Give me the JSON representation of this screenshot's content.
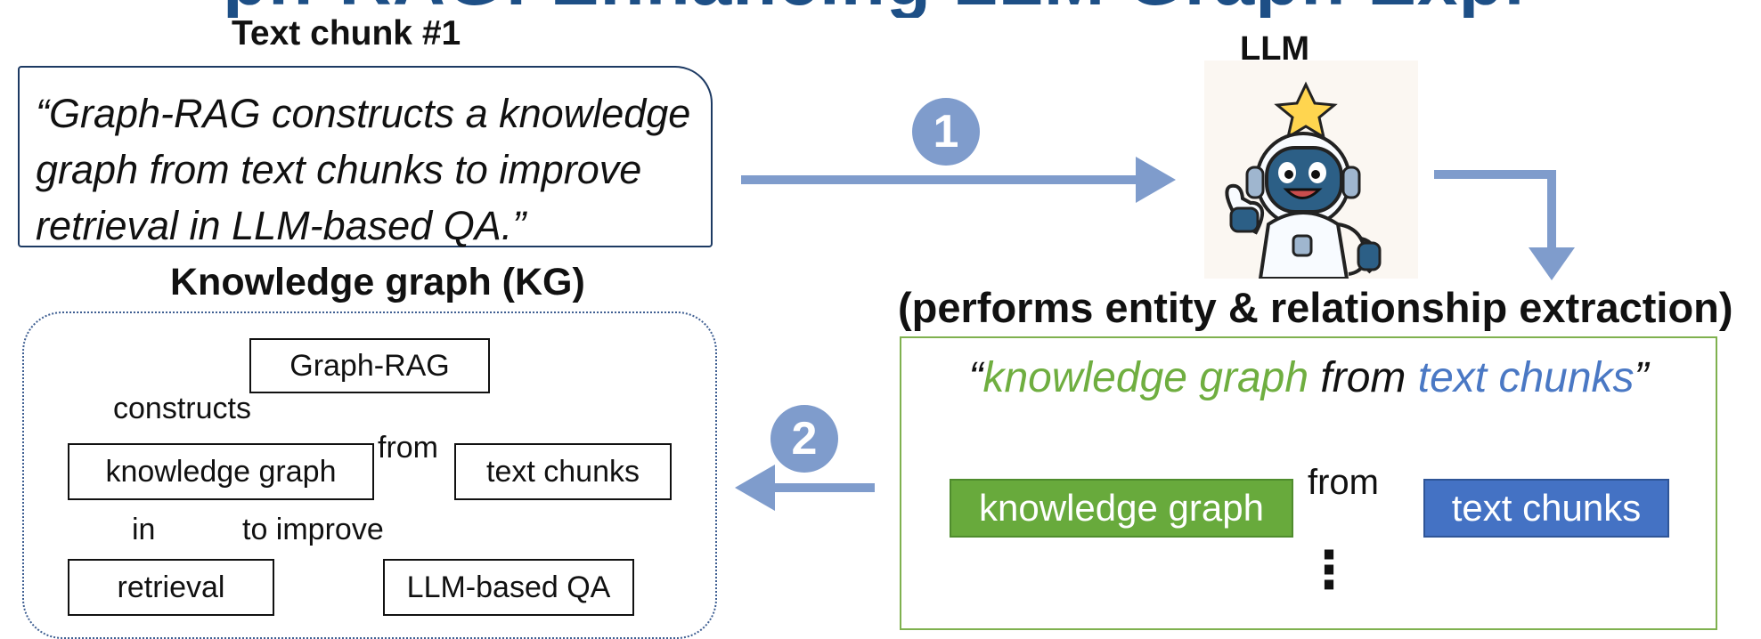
{
  "header_fragment": "ph-RAG: Enhancing LLM Graph Expl",
  "text_chunk": {
    "title": "Text chunk #1",
    "lines": [
      "“Graph-RAG constructs a knowledge",
      "graph from text chunks to improve",
      "retrieval in LLM-based QA.”"
    ]
  },
  "llm": {
    "label": "LLM",
    "caption": "(performs entity & relationship extraction)"
  },
  "steps": {
    "one": "1",
    "two": "2"
  },
  "knowledge_graph": {
    "title": "Knowledge graph (KG)",
    "nodes": {
      "graph_rag": "Graph-RAG",
      "knowledge_graph": "knowledge graph",
      "text_chunks": "text chunks",
      "retrieval": "retrieval",
      "llm_based_qa": "LLM-based QA"
    },
    "edges": {
      "constructs": "constructs",
      "from": "from",
      "in": "in",
      "to_improve": "to improve"
    }
  },
  "extraction_example": {
    "quote_open": "“",
    "quote_green": "knowledge graph",
    "quote_mid": "from",
    "quote_blue": "text chunks",
    "quote_close": "”",
    "source_node": "knowledge graph",
    "relation": "from",
    "target_node": "text chunks",
    "ellipsis": "⋮"
  },
  "colors": {
    "arrow_blue": "#7f9ccc",
    "edge_orange": "#ed7d31",
    "green": "#68aa3c",
    "blue": "#4472c4",
    "border_navy": "#1d3a63"
  }
}
